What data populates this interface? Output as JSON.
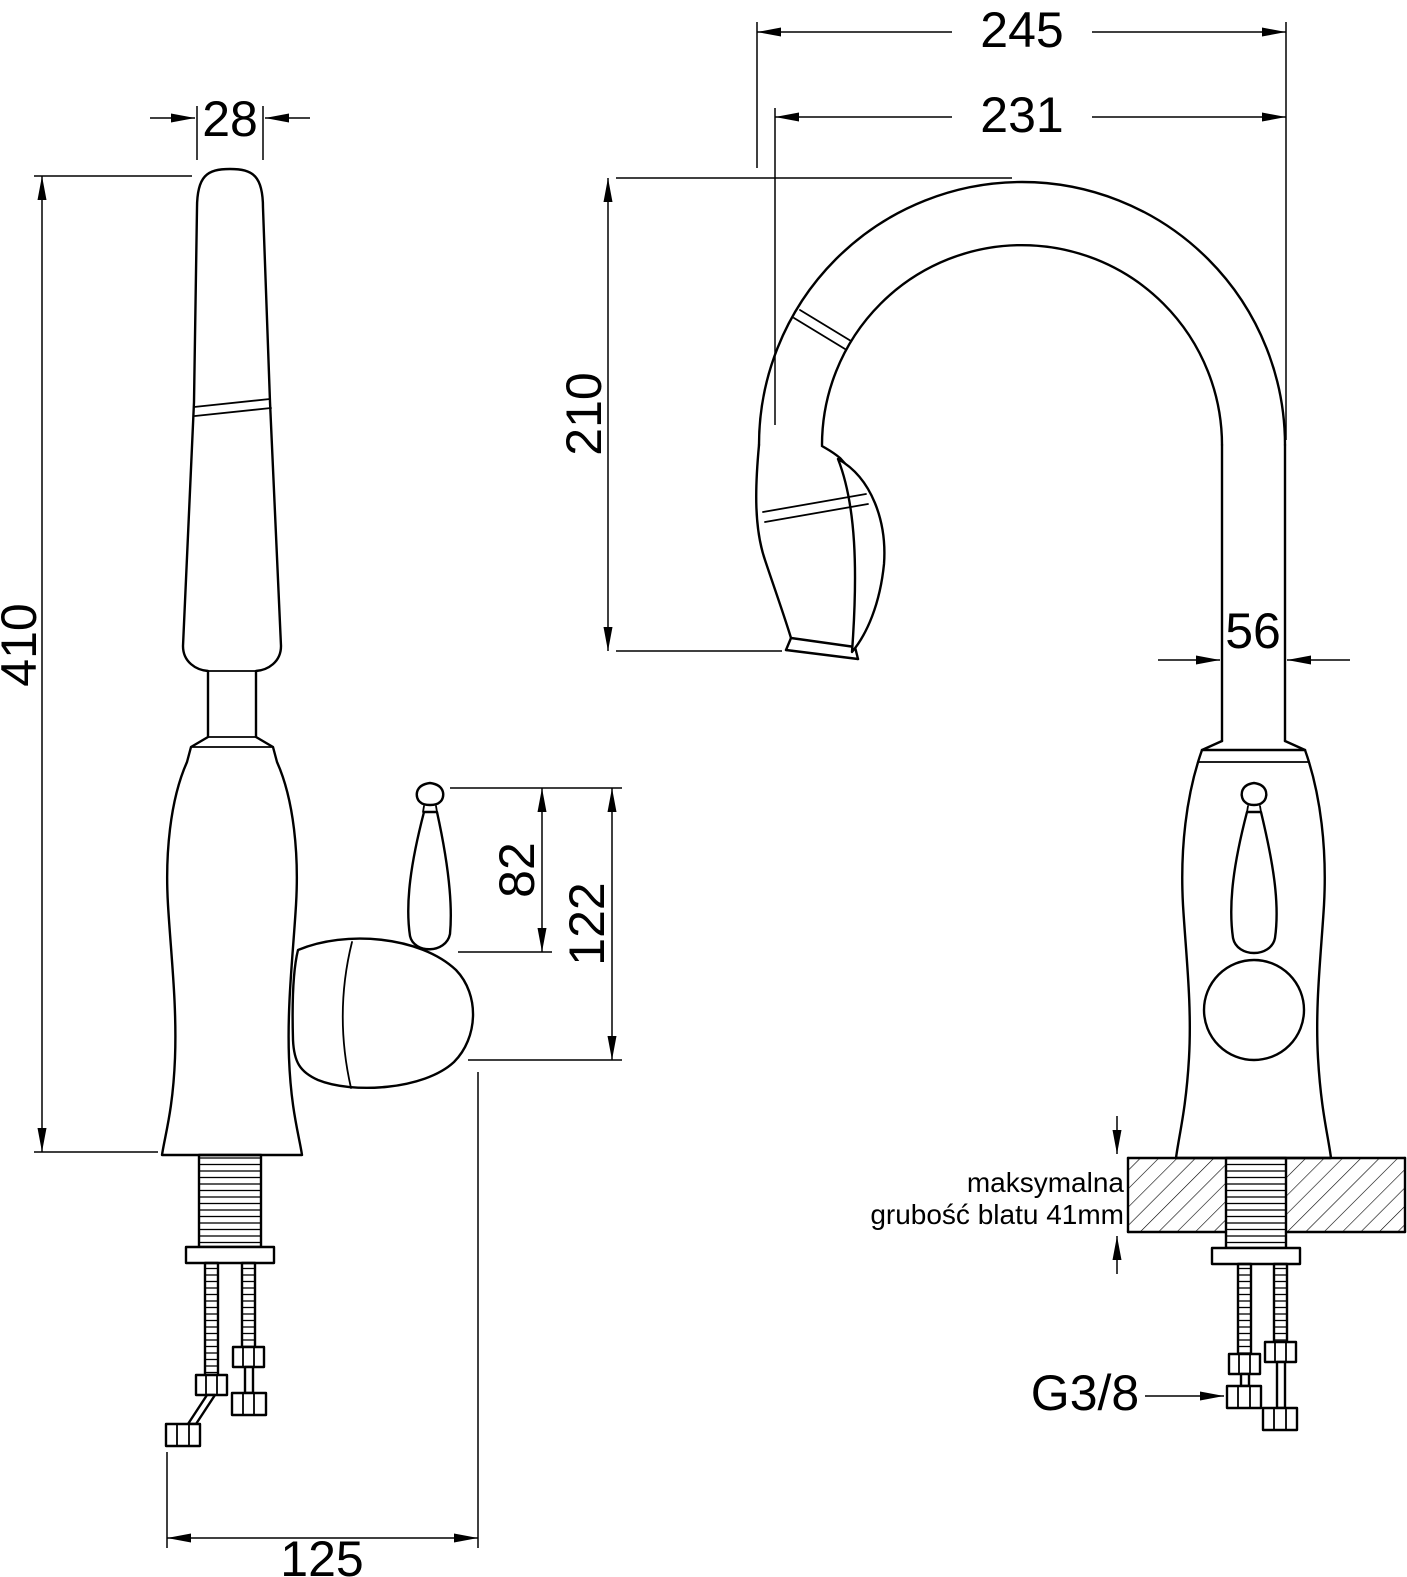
{
  "colors": {
    "line": "#000000",
    "background": "#ffffff"
  },
  "dimensions": {
    "spout_tip_width": "28",
    "total_reach": "245",
    "spout_reach": "231",
    "total_height": "410",
    "spout_height": "210",
    "column_width": "56",
    "handle_height": "82",
    "body_height": "122",
    "base_depth": "125",
    "thread_size": "G3/8"
  },
  "annotations": {
    "countertop_line1": "maksymalna",
    "countertop_line2": "grubość blatu 41mm"
  }
}
